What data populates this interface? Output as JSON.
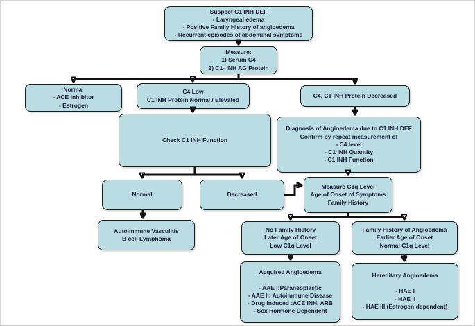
{
  "diagram": {
    "type": "flowchart",
    "colors": {
      "box_fill": "#b9dde2",
      "box_border": "#1c1c1c",
      "text": "#181838",
      "arrow": "#111111",
      "background": "#ffffff"
    },
    "nodes": {
      "suspect": "Suspect C1 INH DEF\n- Laryngeal edema\n- Positive Family History of angioedema\n- Recurrent episodes of abdominal symptoms",
      "measure": "Measure:\n1) Serum C4\n2) C1- INH AG Protein",
      "normal_ace": "Normal\n- ACE Inhibitor\n- Estrogen",
      "c4_low": "C4 Low\nC1 INH Protein Normal / Elevated",
      "c4_decreased": "C4, C1 INH Protein Decreased",
      "check_function": "Check C1 INH Function",
      "diagnosis": "Diagnosis of Angioedema due to C1 INH DEF\nConfirm by repeat measurement of\n- C4 level\n- C1 INH Quantity\n- C1 INH Function",
      "function_normal": "Normal",
      "function_decreased": "Decreased",
      "measure_c1q": "Measure C1q Level\nAge of Onset of Symptoms\nFamily History",
      "autoimmune": "Autoimmune Vasculitis\nB cell Lymphoma",
      "no_family": "No Family History\nLater Age of Onset\nLow C1q Level",
      "family": "Family History of Angioedema\nEarlier Age of Onset\nNormal C1q Level",
      "acquired": "Acquired Angioedema\n\n- AAE I:Paraneoplastic\n- AAE II: Autoimmune Disease\n- Drug Induced :ACE INH, ARB\n- Sex Hormone Dependent",
      "hereditary": "Hereditary Angioedema\n\n- HAE I\n- HAE II\n- HAE III (Estrogen dependent)"
    }
  }
}
